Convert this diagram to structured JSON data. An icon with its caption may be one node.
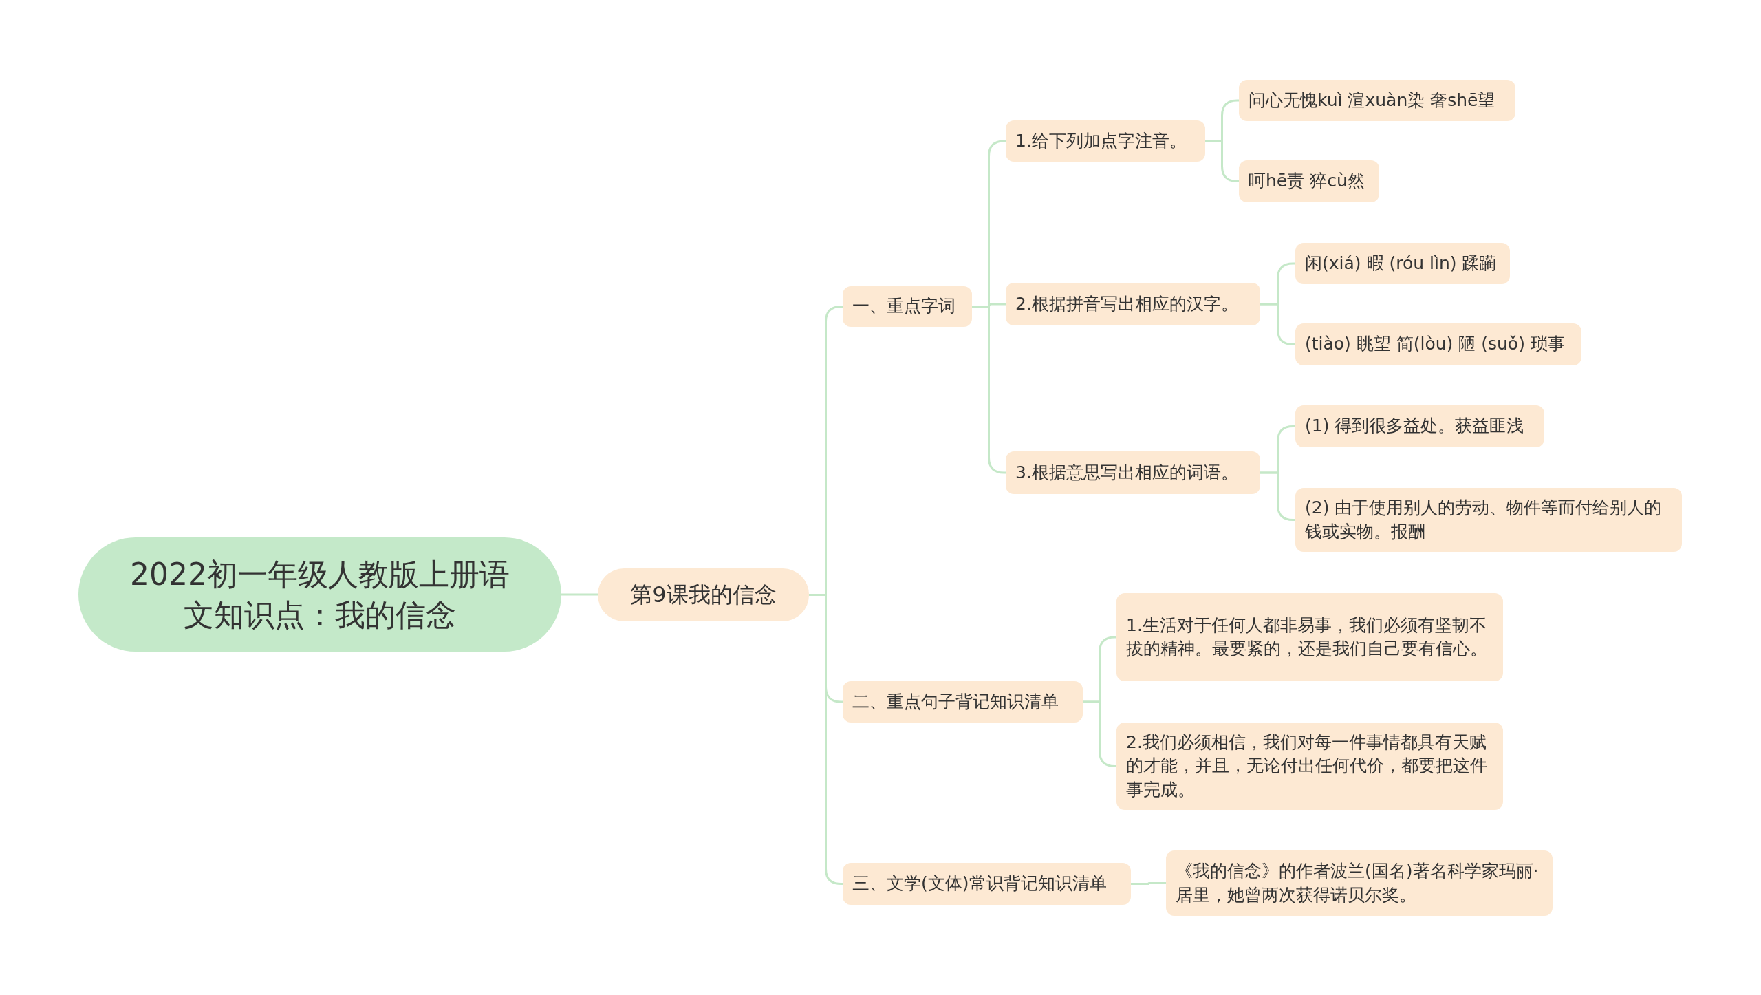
{
  "diagram": {
    "nodes": [
      {
        "text": [
          "2022初一年级人教版上册语文知识点：我的信念"
        ]
      },
      {
        "text": [
          "第9课我的信念"
        ]
      },
      {
        "text": [
          "一、重点字词"
        ]
      },
      {
        "text": [
          "1.给下列加点字注音。"
        ]
      },
      {
        "text": [
          "问心无愧kuì 渲xuàn染 奢shē望"
        ]
      },
      {
        "text": [
          "呵hē责 猝cù然"
        ]
      },
      {
        "text": [
          "2.根据拼音写出相应的汉字。"
        ]
      },
      {
        "text": [
          "闲(xiá) 暇 (róu lìn) 蹂躏"
        ]
      },
      {
        "text": [
          "(tiào) 眺望 简(lòu) 陋 (suǒ) 琐事"
        ]
      },
      {
        "text": [
          "3.根据意思写出相应的词语。"
        ]
      },
      {
        "text": [
          "(1) 得到很多益处。获益匪浅"
        ]
      },
      {
        "text": [
          "(2) 由于使用别人的劳动、物件等而付给别人的钱或实物。报酬"
        ]
      },
      {
        "text": [
          "二、重点句子背记知识清单"
        ]
      },
      {
        "text": [
          "1.生活对于任何人都非易事，我们必须有坚韧不拔的精神。最要紧的，还是我们自己要有信心。"
        ]
      },
      {
        "text": [
          "2.我们必须相信，我们对每一件事情都具有天赋的才能，并且，无论付出任何代价，都要把这件事完成。"
        ]
      },
      {
        "text": [
          "三、文学(文体)常识背记知识清单"
        ]
      },
      {
        "text": [
          "《我的信念》的作者波兰(国名)著名科学家玛丽·居里，她曾两次获得诺贝尔奖。"
        ]
      }
    ],
    "edges": [
      {
        "from": 0,
        "to": 1,
        "arrow": "none"
      },
      {
        "from": 1,
        "to": 2,
        "arrow": "none"
      },
      {
        "from": 1,
        "to": 12,
        "arrow": "none"
      },
      {
        "from": 1,
        "to": 15,
        "arrow": "none"
      },
      {
        "from": 2,
        "to": 3,
        "arrow": "none"
      },
      {
        "from": 2,
        "to": 6,
        "arrow": "none"
      },
      {
        "from": 2,
        "to": 9,
        "arrow": "none"
      },
      {
        "from": 3,
        "to": 4,
        "arrow": "none"
      },
      {
        "from": 3,
        "to": 5,
        "arrow": "none"
      },
      {
        "from": 6,
        "to": 7,
        "arrow": "none"
      },
      {
        "from": 6,
        "to": 8,
        "arrow": "none"
      },
      {
        "from": 9,
        "to": 10,
        "arrow": "none"
      },
      {
        "from": 9,
        "to": 11,
        "arrow": "none"
      },
      {
        "from": 12,
        "to": 13,
        "arrow": "none"
      },
      {
        "from": 12,
        "to": 14,
        "arrow": "none"
      },
      {
        "from": 15,
        "to": 16,
        "arrow": "none"
      }
    ]
  }
}
